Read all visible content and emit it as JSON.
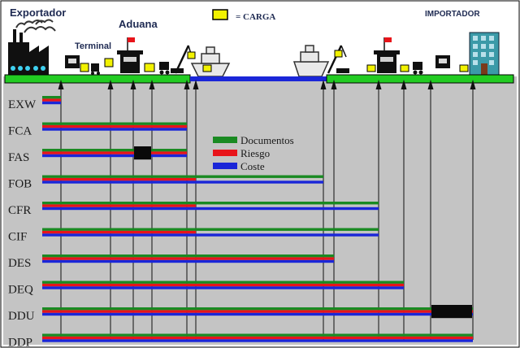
{
  "header": {
    "exporter": "Exportador",
    "customs": "Aduana",
    "terminal": "Terminal",
    "importer": "IMPORTADOR",
    "cargo_label": "= CARGA"
  },
  "legend": [
    {
      "label": "Documentos",
      "color": "#1a8a22"
    },
    {
      "label": "Riesgo",
      "color": "#e8141a"
    },
    {
      "label": "Coste",
      "color": "#1a26d8"
    }
  ],
  "colors": {
    "background": "#c4c4c4",
    "ground": "#22cc22",
    "sea": "#1a26d8",
    "cargo": "#f2f200",
    "documents": "#1a8a22",
    "risk": "#e8141a",
    "cost": "#1a26d8"
  },
  "icons": [
    "factory-icon",
    "terminal-icon",
    "customs-house-icon",
    "crane-icon",
    "ship-icon",
    "office-building-icon"
  ],
  "terms": [
    {
      "code": "EXW",
      "documents_to": 1,
      "risk_to": 1,
      "cost_to": 1,
      "customs_block": null
    },
    {
      "code": "FCA",
      "documents_to": 5,
      "risk_to": 5,
      "cost_to": 5,
      "customs_block": null
    },
    {
      "code": "FAS",
      "documents_to": 5,
      "risk_to": 5,
      "cost_to": 5,
      "customs_block": 3
    },
    {
      "code": "FOB",
      "documents_to": 7,
      "risk_to": 6,
      "cost_to": 7,
      "customs_block": null
    },
    {
      "code": "CFR",
      "documents_to": 9,
      "risk_to": 6,
      "cost_to": 9,
      "customs_block": null
    },
    {
      "code": "CIF",
      "documents_to": 9,
      "risk_to": 6,
      "cost_to": 9,
      "customs_block": null
    },
    {
      "code": "DES",
      "documents_to": 8,
      "risk_to": 8,
      "cost_to": 8,
      "customs_block": null
    },
    {
      "code": "DEQ",
      "documents_to": 10,
      "risk_to": 10,
      "cost_to": 10,
      "customs_block": null
    },
    {
      "code": "DDU",
      "documents_to": 12,
      "risk_to": 12,
      "cost_to": 12,
      "customs_block": 11
    },
    {
      "code": "DDP",
      "documents_to": 12,
      "risk_to": 12,
      "cost_to": 12,
      "customs_block": null
    }
  ]
}
